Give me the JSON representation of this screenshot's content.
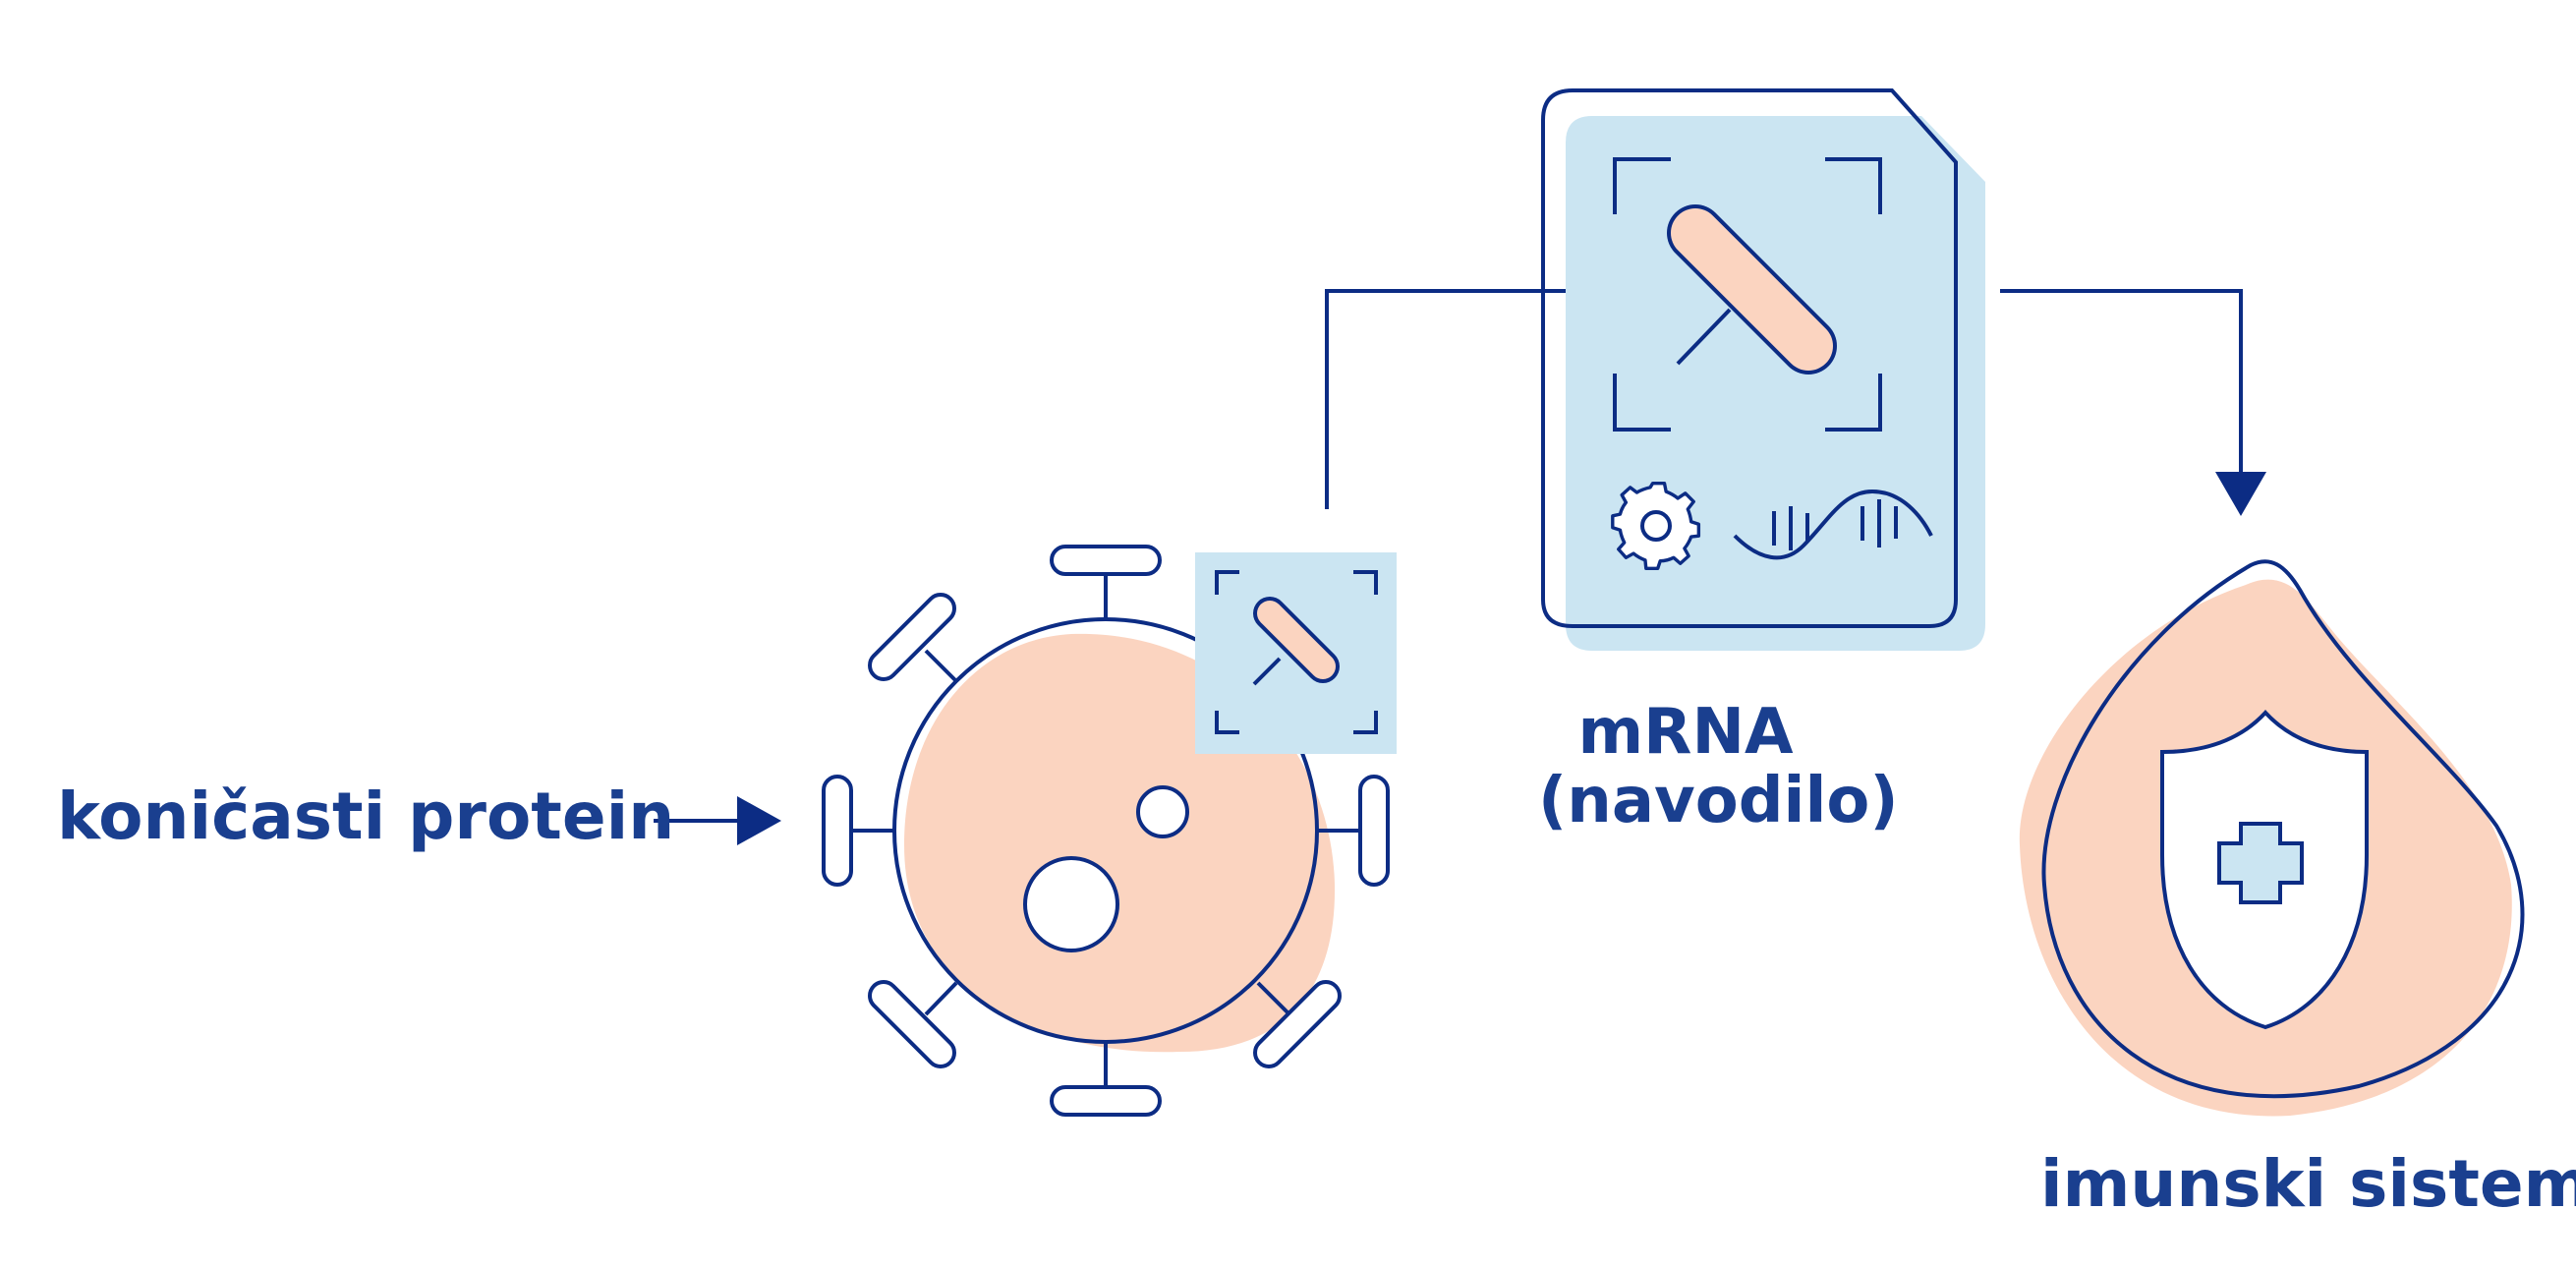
{
  "labels": {
    "spike_protein": "koničasti protein",
    "mrna_line1": "mRNA",
    "mrna_line2": "(navodilo)",
    "immune_system": "imunski sistem"
  },
  "colors": {
    "outline": "#0c2c84",
    "text": "#1a3f8f",
    "peach": "#fbd4c0",
    "light_blue": "#cbe5f2",
    "background": "#ffffff"
  },
  "icons": [
    "virus-icon",
    "spike-protein-icon",
    "mrna-document-icon",
    "gear-icon",
    "rna-strand-icon",
    "shield-icon",
    "medical-cross-icon",
    "arrow-icon"
  ]
}
